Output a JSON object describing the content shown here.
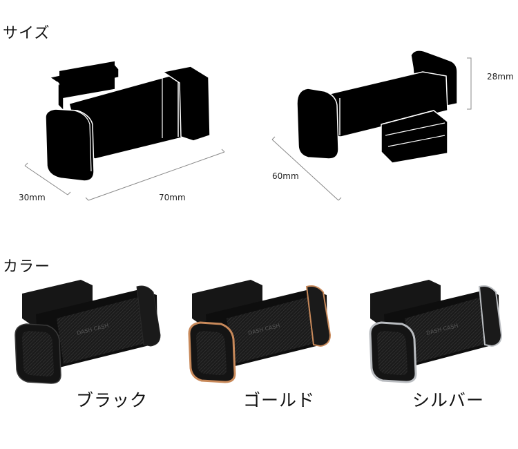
{
  "sections": {
    "size_heading": "サイズ",
    "color_heading": "カラー"
  },
  "dimensions": {
    "depth": "30mm",
    "width": "70mm",
    "length": "60mm",
    "height": "28mm"
  },
  "color_options": [
    {
      "label": "ブラック",
      "accent": "#1a1a1a"
    },
    {
      "label": "ゴールド",
      "accent": "#c8895a"
    },
    {
      "label": "シルバー",
      "accent": "#b9bcc0"
    }
  ],
  "brand_mark": "DASH CASH"
}
